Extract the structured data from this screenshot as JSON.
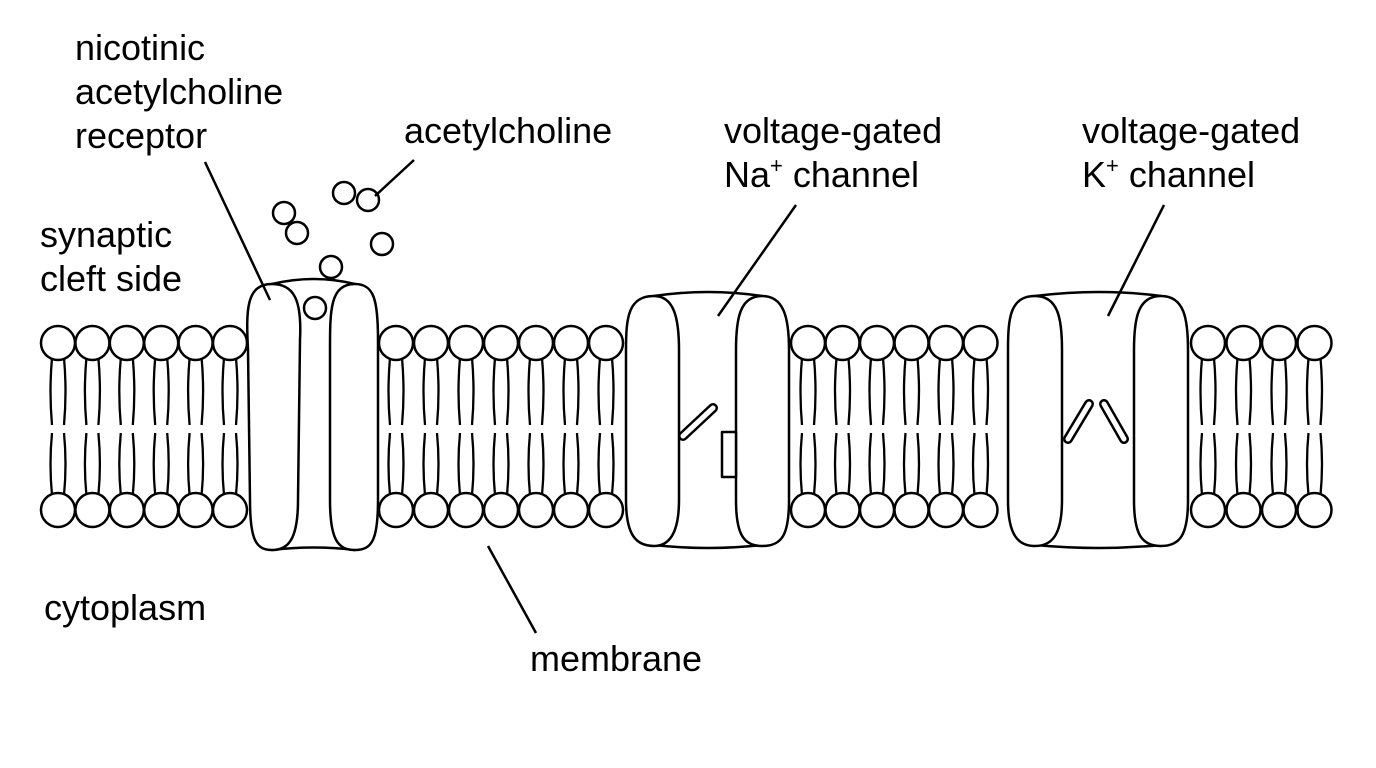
{
  "labels": {
    "nachr": [
      "nicotinic",
      "acetylcholine",
      "receptor"
    ],
    "acetylcholine": "acetylcholine",
    "na_channel": {
      "line1": "voltage-gated",
      "ion": "Na",
      "charge": "+",
      "suffix": " channel"
    },
    "k_channel": {
      "line1": "voltage-gated",
      "ion": "K",
      "charge": "+",
      "suffix": " channel"
    },
    "cleft_side": [
      "synaptic",
      "cleft side"
    ],
    "cytoplasm": "cytoplasm",
    "membrane": "membrane"
  },
  "colors": {
    "stroke": "#000000",
    "fill": "#ffffff"
  }
}
